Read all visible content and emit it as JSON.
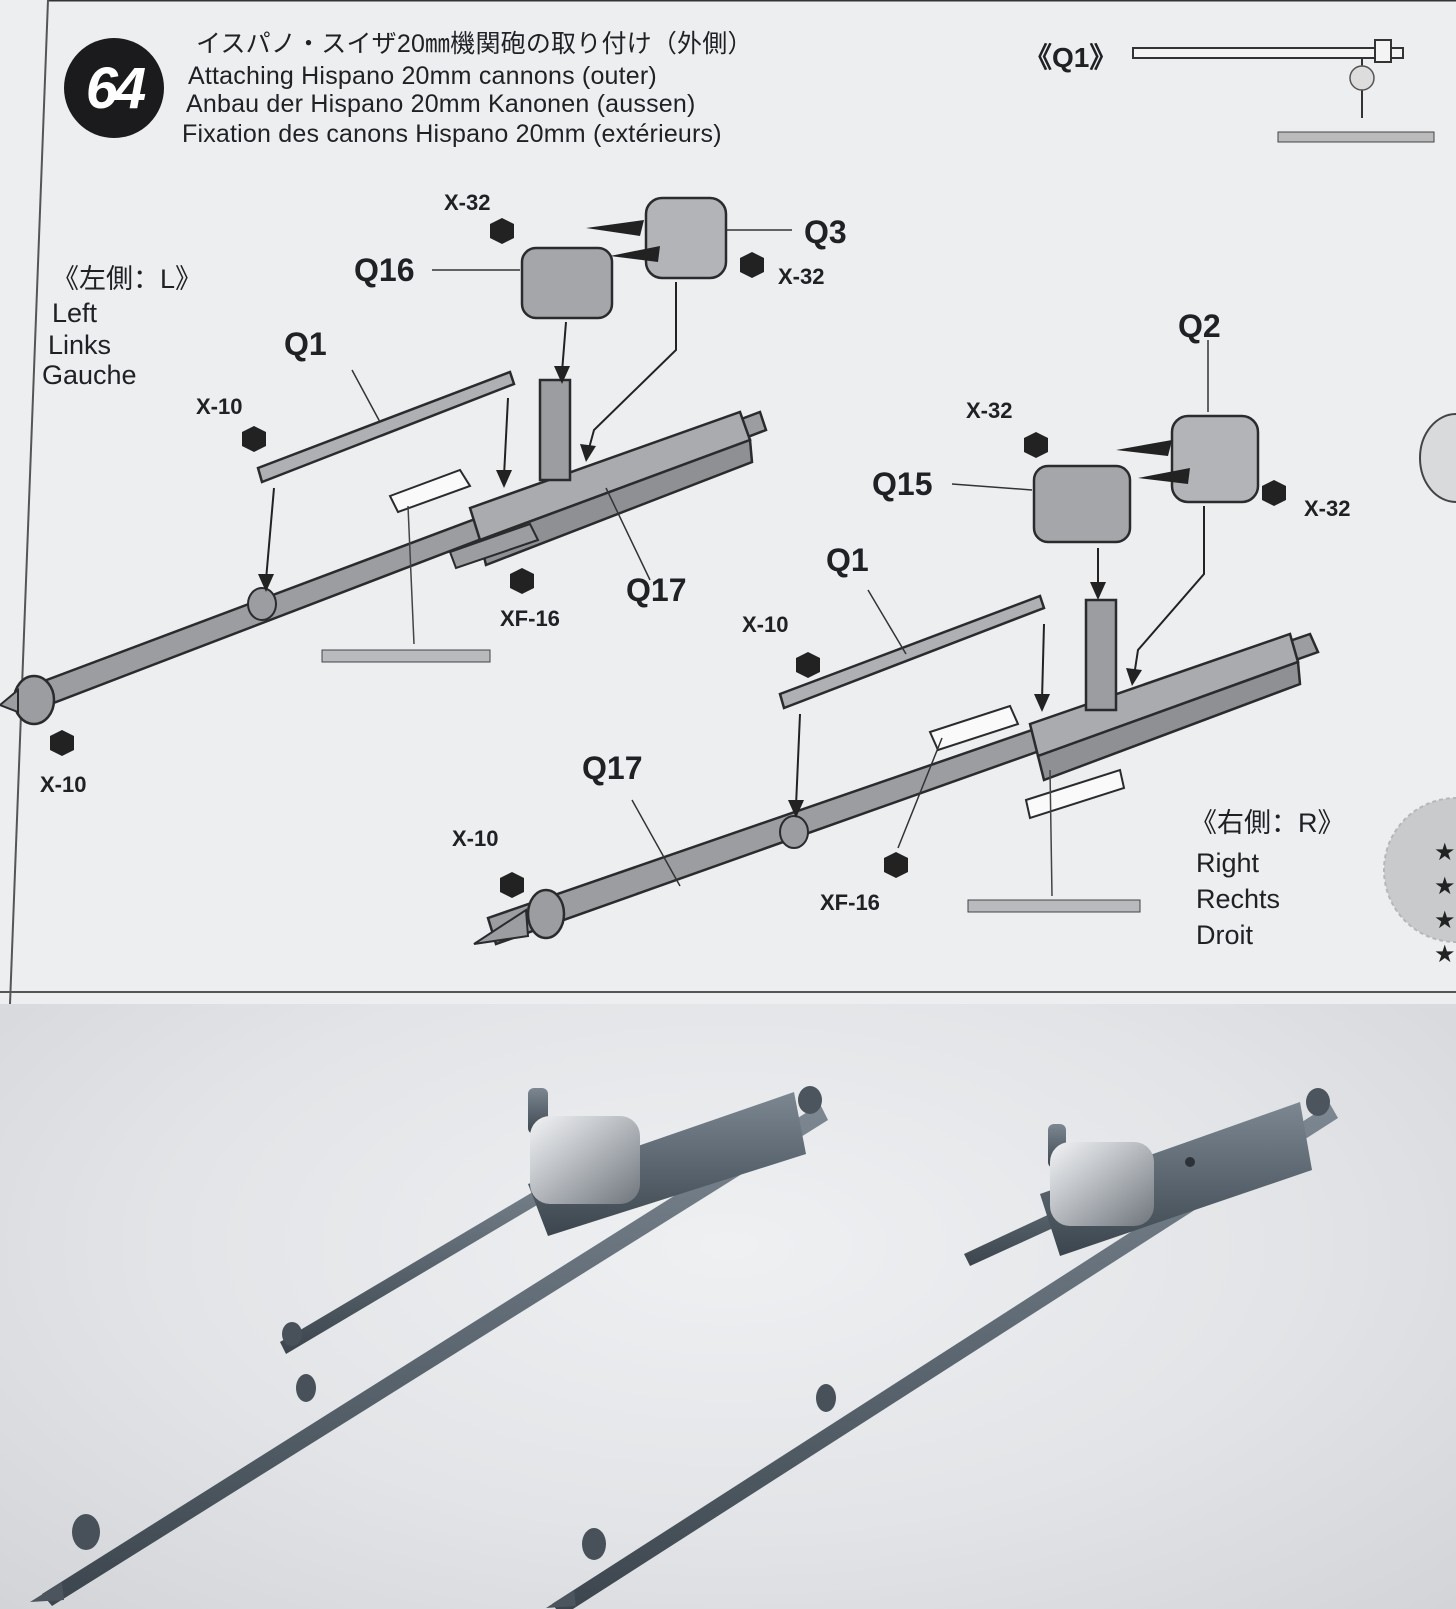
{
  "step": {
    "number": "64",
    "title_jp": "イスパノ・スイザ20㎜機関砲の取り付け（外側）",
    "title_en": "Attaching Hispano 20mm cannons (outer)",
    "title_de": "Anbau der Hispano 20mm Kanonen (aussen)",
    "title_fr": "Fixation des canons Hispano 20mm (extérieurs)"
  },
  "reference_q1": "《Q1》",
  "left_side": {
    "jp": "《左側：L》",
    "en": "Left",
    "de": "Links",
    "fr": "Gauche"
  },
  "right_side": {
    "jp": "《右側：R》",
    "en": "Right",
    "de": "Rechts",
    "fr": "Droit"
  },
  "left_labels": {
    "q16": "Q16",
    "q3": "Q3",
    "q1": "Q1",
    "q17": "Q17",
    "x32_a": "X-32",
    "x32_b": "X-32",
    "x10_a": "X-10",
    "x10_b": "X-10",
    "xf16": "XF-16"
  },
  "right_labels": {
    "q2": "Q2",
    "q15": "Q15",
    "q1": "Q1",
    "q17": "Q17",
    "x32_a": "X-32",
    "x32_b": "X-32",
    "x10_a": "X-10",
    "x10_b": "X-10",
    "xf16": "XF-16"
  },
  "colors": {
    "sheet": "#eceef0",
    "part_gray": "#9b9da1",
    "line": "#2a2b2d",
    "paint_gunmetal": "#5c6670",
    "paint_silver": "#bfc3c8"
  }
}
